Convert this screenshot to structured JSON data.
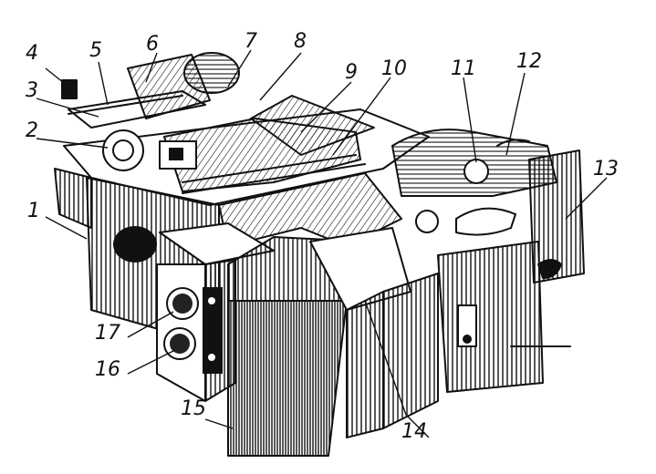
{
  "labels": {
    "l1": "1",
    "l2": "2",
    "l3": "3",
    "l4": "4",
    "l5": "5",
    "l6": "6",
    "l7": "7",
    "l8": "8",
    "l9": "9",
    "l10": "10",
    "l11": "11",
    "l12": "12",
    "l13": "13",
    "l14": "14",
    "l15": "15",
    "l16": "16",
    "l17": "17"
  },
  "colors": {
    "ink": "#111111",
    "paper": "#ffffff"
  }
}
